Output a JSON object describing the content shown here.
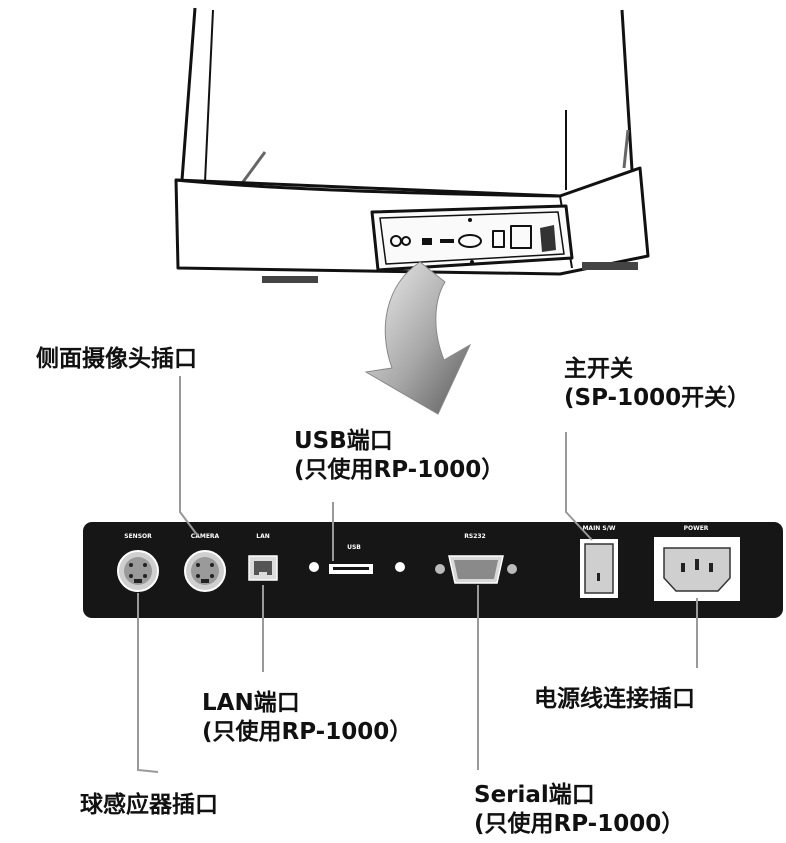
{
  "callouts": {
    "side_camera": {
      "line1": "侧面摄像头插口"
    },
    "usb": {
      "line1": "USB端口",
      "line2": "(只使用RP-1000）"
    },
    "main_switch": {
      "line1": "主开关",
      "line2": "(SP-1000开关）"
    },
    "lan": {
      "line1": "LAN端口",
      "line2": "(只使用RP-1000）"
    },
    "power_inlet": {
      "line1": "电源线连接插口"
    },
    "ball_sensor": {
      "line1": "球感应器插口"
    },
    "serial": {
      "line1": "Serial端口",
      "line2": "(只使用RP-1000）"
    }
  },
  "panel": {
    "sensor": "SENSOR",
    "camera": "CAMERA",
    "lan": "LAN",
    "usb": "USB",
    "rs232": "RS232",
    "main_sw": "MAIN S/W",
    "power": "POWER"
  },
  "colors": {
    "panel": "#161616",
    "line": "#999999",
    "text": "#111111"
  }
}
